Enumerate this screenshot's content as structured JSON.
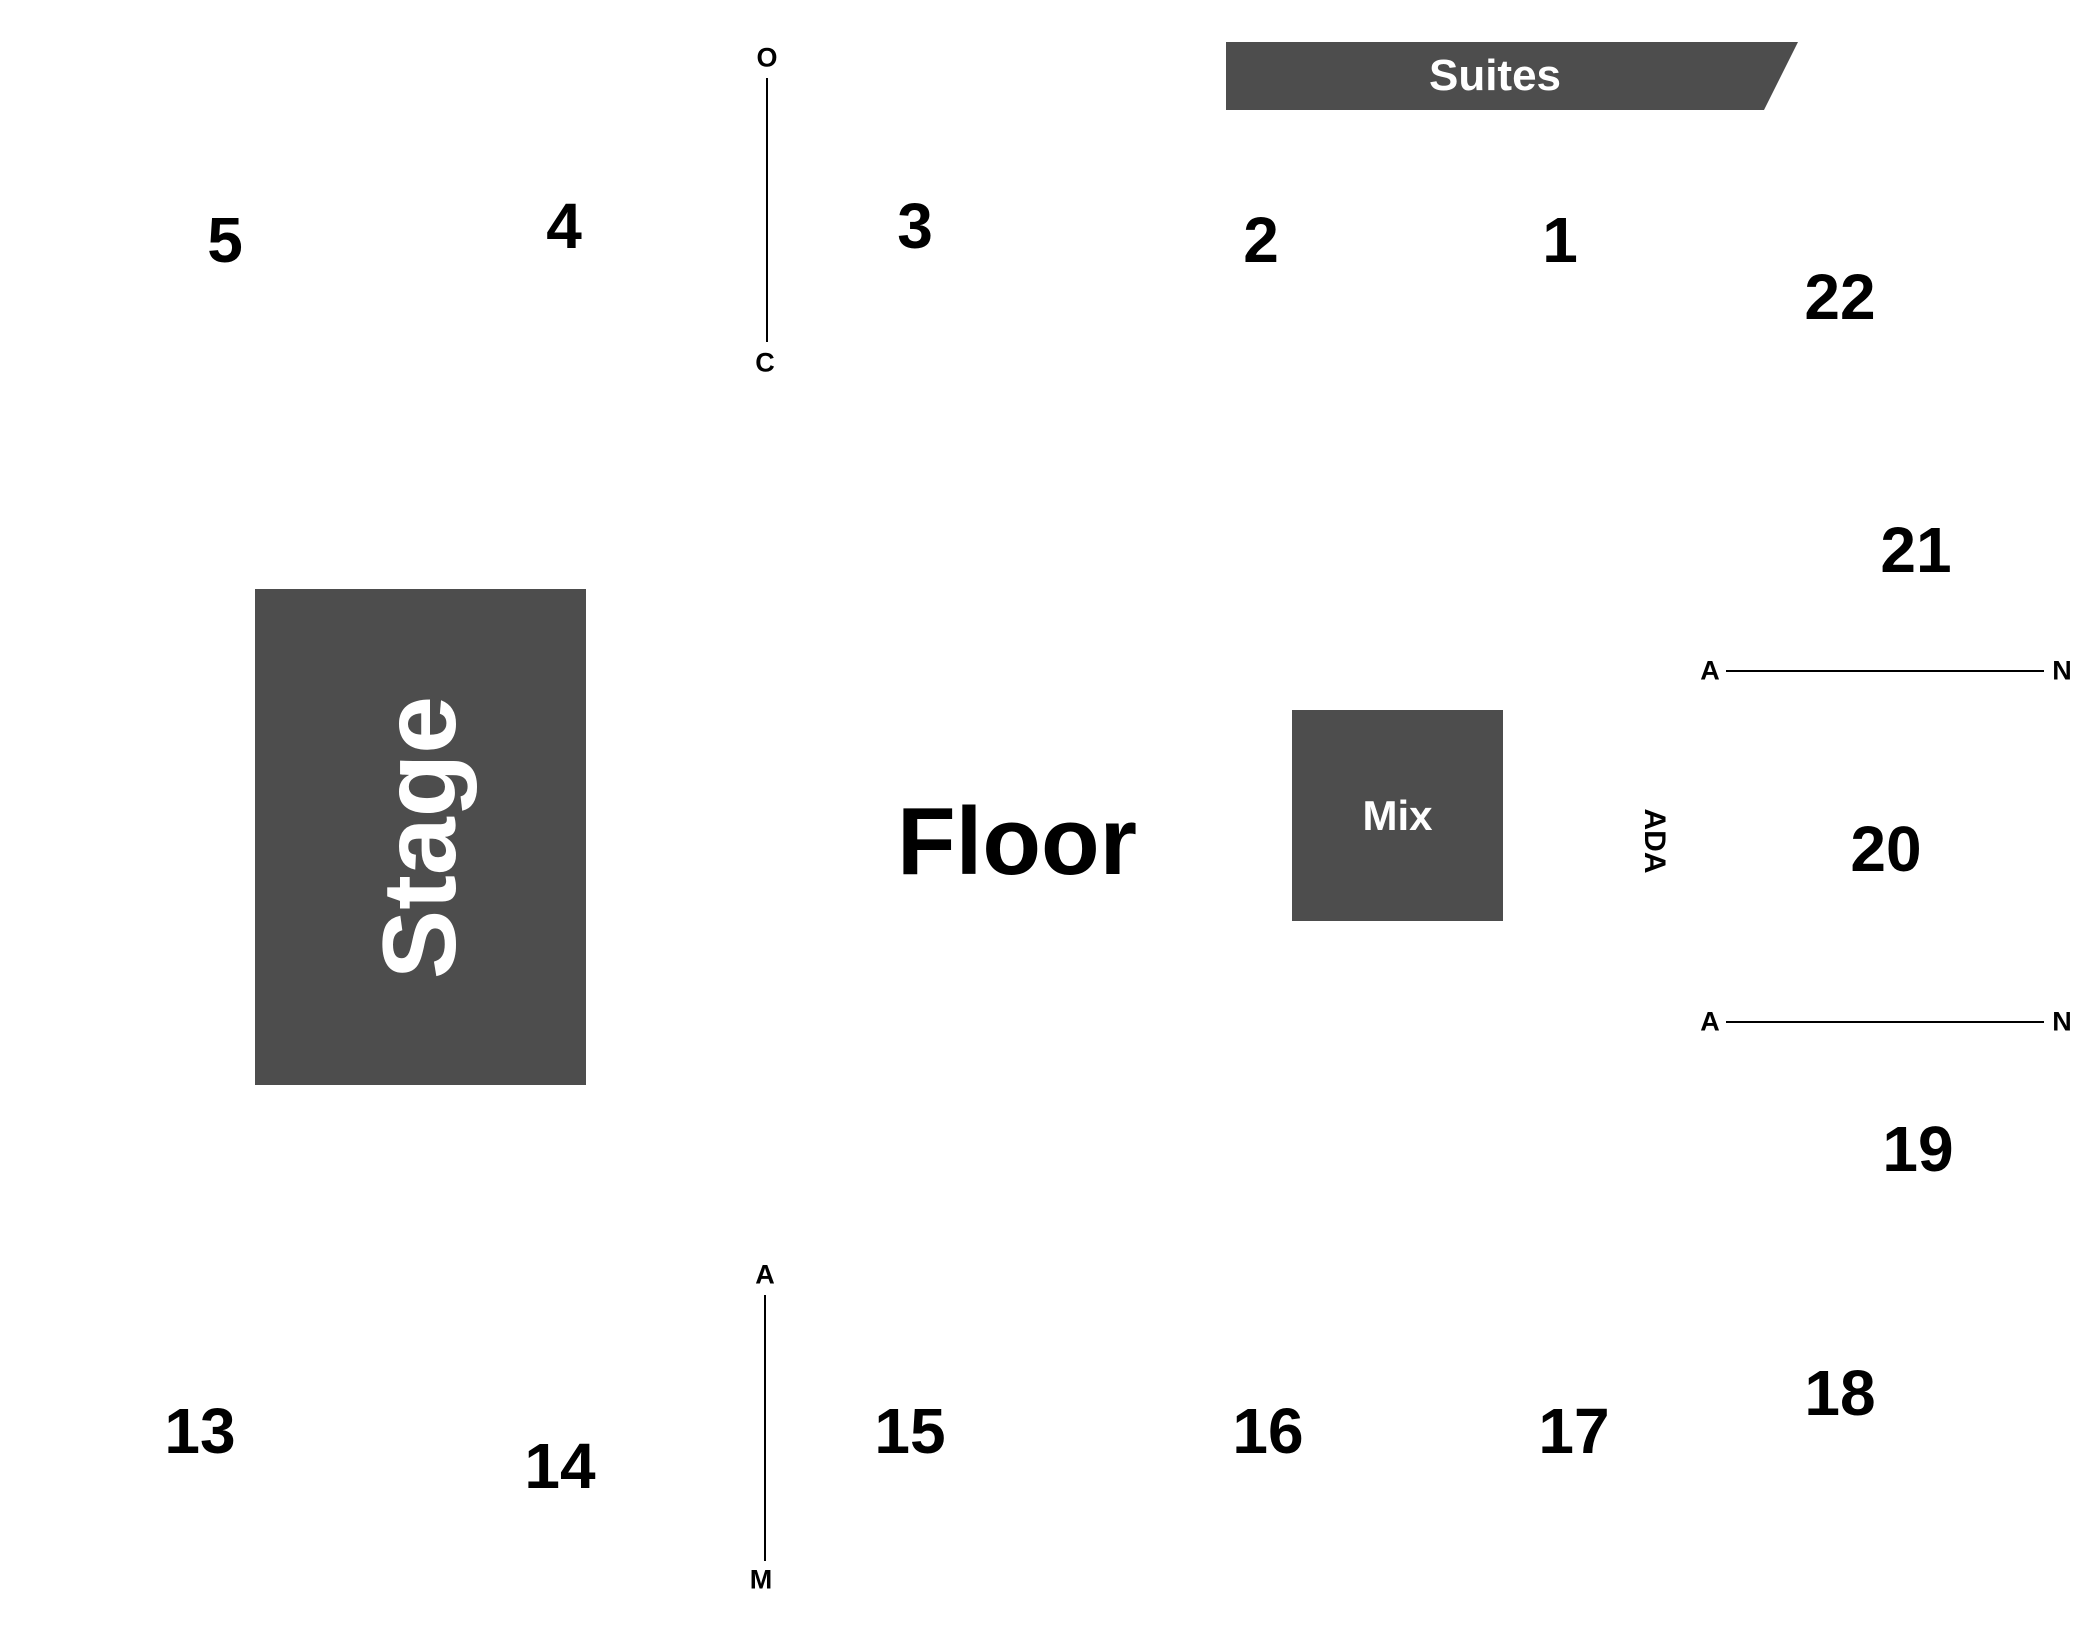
{
  "venue_map": {
    "stage": {
      "label": "Stage"
    },
    "floor": {
      "label": "Floor"
    },
    "mix": {
      "label": "Mix"
    },
    "suites": {
      "label": "Suites"
    },
    "ada": {
      "label": "ADA"
    },
    "sections": {
      "s1": "1",
      "s2": "2",
      "s3": "3",
      "s4": "4",
      "s5": "5",
      "s13": "13",
      "s14": "14",
      "s15": "15",
      "s16": "16",
      "s17": "17",
      "s18": "18",
      "s19": "19",
      "s20": "20",
      "s21": "21",
      "s22": "22"
    },
    "row_markers": {
      "top_aisle": {
        "start": "O",
        "end": "C"
      },
      "bottom_aisle": {
        "start": "A",
        "end": "M"
      },
      "right_upper": {
        "start": "A",
        "end": "N"
      },
      "right_lower": {
        "start": "A",
        "end": "N"
      }
    }
  },
  "colors": {
    "block_fill": "#4d4d4d",
    "block_text": "#ffffff",
    "text": "#000000",
    "background": "#ffffff"
  }
}
